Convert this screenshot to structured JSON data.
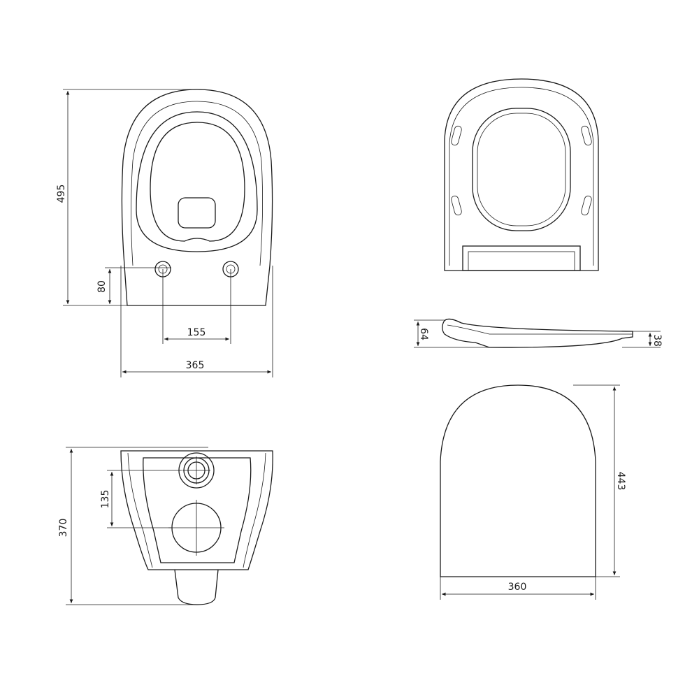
{
  "drawing": {
    "top_view": {
      "depth": "495",
      "hole_height": "80",
      "hole_spacing": "155",
      "width": "365"
    },
    "seat_side_view": {
      "hinge_height": "64",
      "seat_thickness": "38"
    },
    "lid_view": {
      "length": "443",
      "width": "360"
    },
    "rear_view": {
      "height": "370",
      "pipe_offset": "135"
    }
  }
}
